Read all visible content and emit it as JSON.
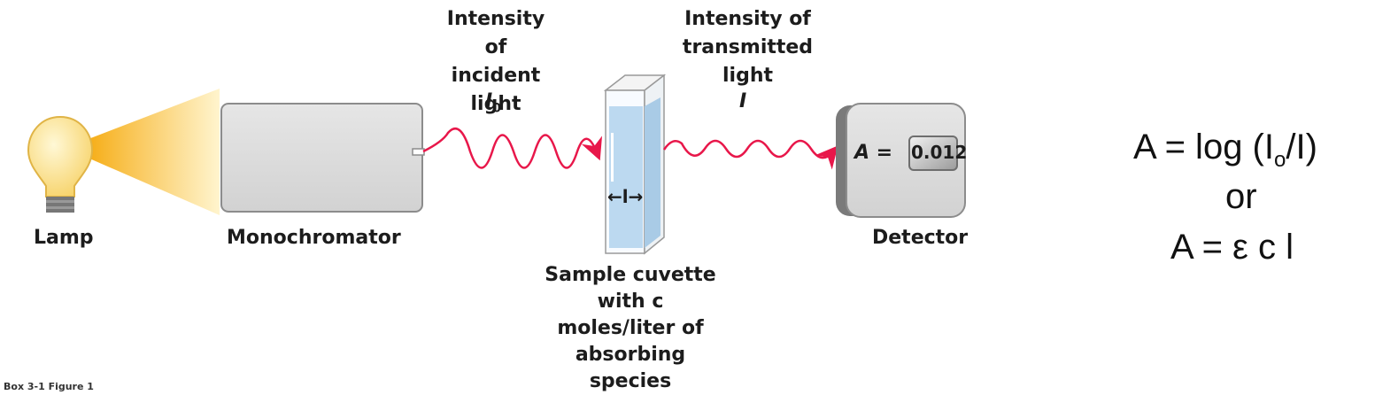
{
  "labels": {
    "lamp": "Lamp",
    "monochromator": "Monochromator",
    "detector": "Detector",
    "incident_title": "Intensity of incident light",
    "incident_symbol": "I",
    "incident_subscript": "0",
    "transmitted_title": "Intensity of transmitted light",
    "transmitted_symbol": "I",
    "path_length": "←l→",
    "cuvette_caption": "Sample cuvette with c moles/liter of absorbing species"
  },
  "detector": {
    "readout_label": "A =",
    "readout_value": "0.012"
  },
  "equations": {
    "line1": "A = log (Io/I)",
    "line2": "or",
    "line3": "A = ε c l"
  },
  "caption": "Box 3-1 Figure 1",
  "colors": {
    "light_wave": "#e8174a",
    "beam": "#f6b21e",
    "cuvette_liquid": "#bcd9f0",
    "housing": "#d9d9d9"
  }
}
